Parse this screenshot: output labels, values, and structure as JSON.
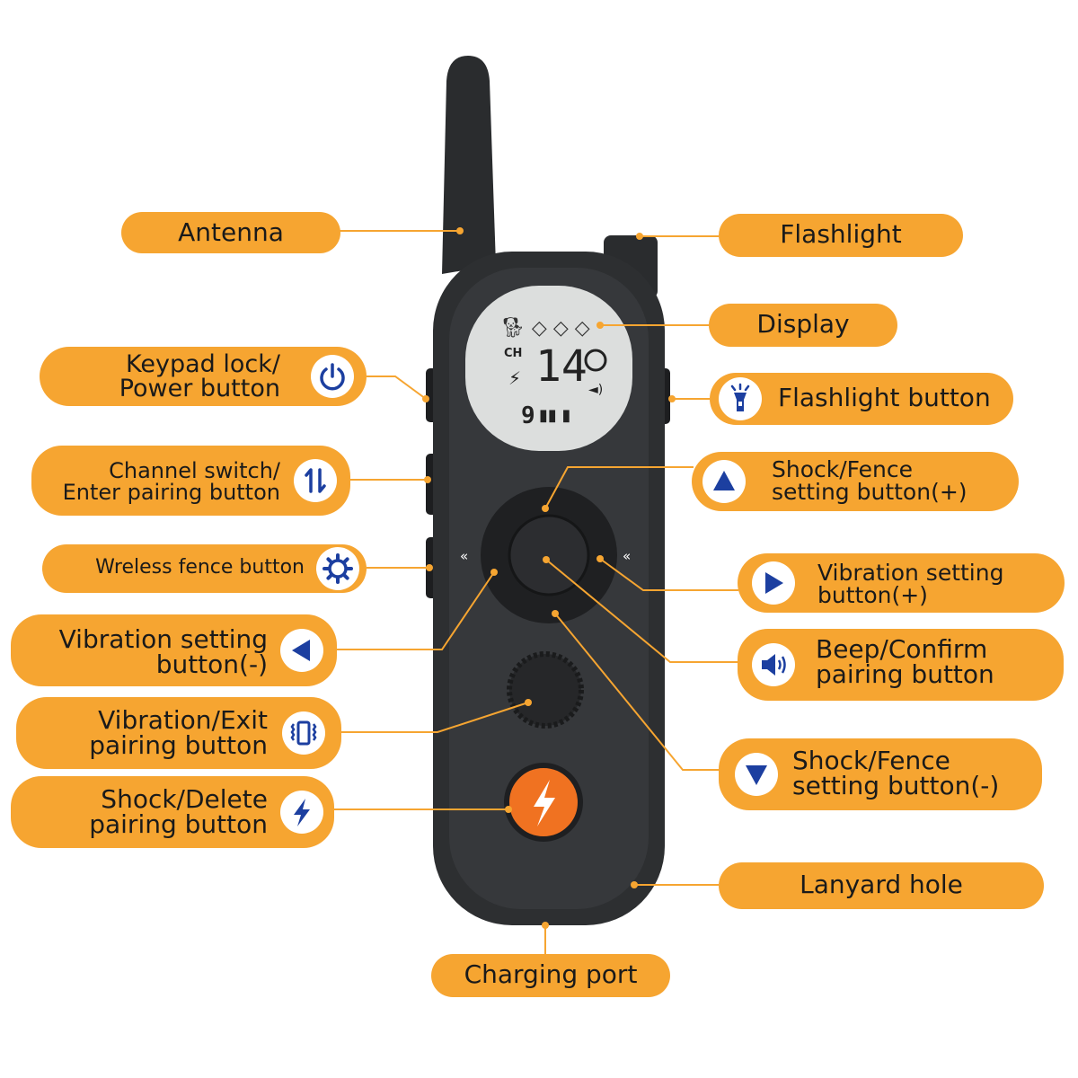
{
  "colors": {
    "callout": "#f6a531",
    "icon": "#1c3fa0",
    "body": "#2d2f31",
    "shock_button": "#f07221",
    "lcd": "#dcdedd"
  },
  "display": {
    "channel_label": "CH",
    "level": "14",
    "vibration_level": "9"
  },
  "labels": {
    "antenna": "Antenna",
    "flashlight": "Flashlight",
    "display": "Display",
    "keypad_lock_1": "Keypad lock/",
    "keypad_lock_2": "Power button",
    "flashlight_button": "Flashlight button",
    "channel_switch_1": "Channel switch/",
    "channel_switch_2": "Enter pairing button",
    "shock_plus_1": "Shock/Fence",
    "shock_plus_2": "setting button(+)",
    "fence_button": "Wreless fence button",
    "vib_plus_1": "Vibration setting",
    "vib_plus_2": "button(+)",
    "vib_minus_1": "Vibration setting",
    "vib_minus_2": "button(-)",
    "beep_1": "Beep/Confirm",
    "beep_2": "pairing button",
    "vib_exit_1": "Vibration/Exit",
    "vib_exit_2": "pairing button",
    "shock_minus_1": "Shock/Fence",
    "shock_minus_2": "setting button(-)",
    "shock_delete_1": "Shock/Delete",
    "shock_delete_2": "pairing button",
    "lanyard": "Lanyard hole",
    "charging": "Charging port"
  },
  "icons": [
    "power-icon",
    "channel-switch-icon",
    "gear-icon",
    "triangle-left-icon",
    "vibration-icon",
    "lightning-icon",
    "flashlight-icon",
    "triangle-up-icon",
    "triangle-right-icon",
    "speaker-icon",
    "triangle-down-icon"
  ]
}
